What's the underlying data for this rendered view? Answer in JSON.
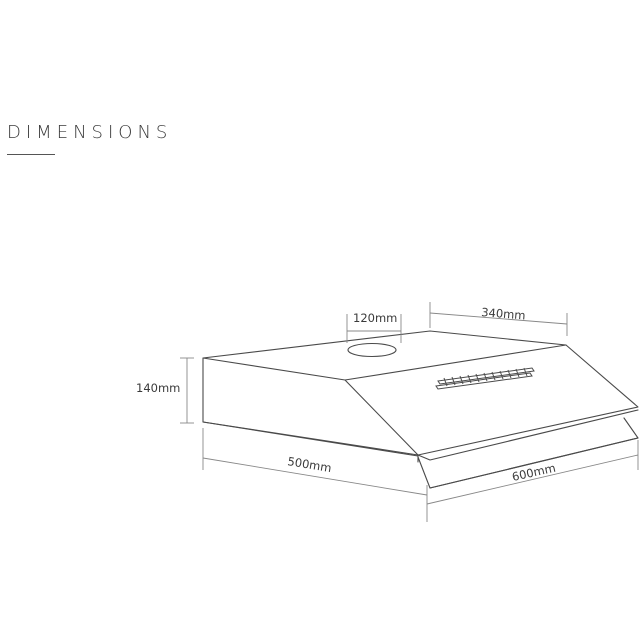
{
  "heading": "DIMENSIONS",
  "dimensions": {
    "height": "140mm",
    "duct_diameter": "120mm",
    "outlet_to_rear": "340mm",
    "depth": "500mm",
    "width": "600mm"
  },
  "colors": {
    "line": "#4a4a4a",
    "text": "#3a3a3a",
    "background": "#ffffff"
  }
}
